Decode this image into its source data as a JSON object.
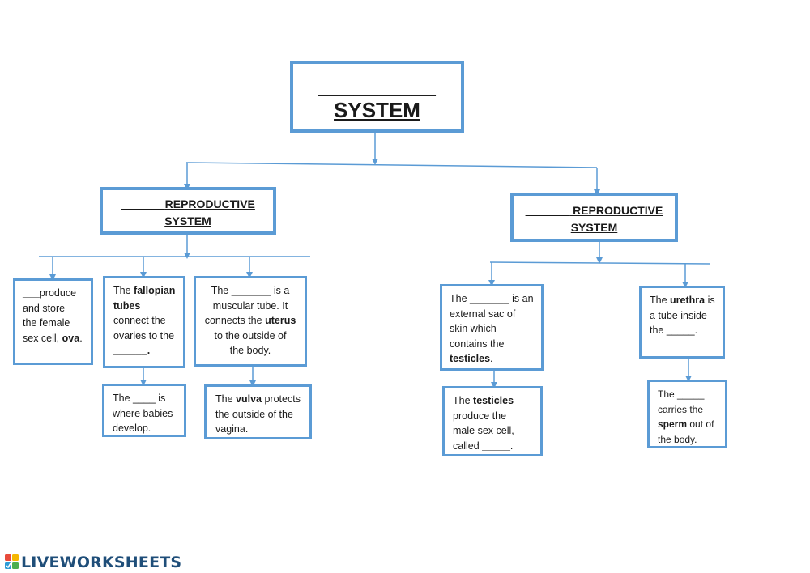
{
  "colors": {
    "accent": "#5b9bd5",
    "text": "#1a1a1a",
    "brand": "#1f4e79"
  },
  "root": {
    "blank": "__________",
    "title": "SYSTEM"
  },
  "female": {
    "heading": {
      "blank": "_______",
      "word1": "REPRODUCTIVE",
      "word2": "SYSTEM"
    },
    "ovaries": {
      "blank": "___",
      "t1": "produce",
      "t2": "and store",
      "t3": "the female",
      "t4": "sex cell,",
      "t5": "ova",
      "t6": "."
    },
    "fallopian": {
      "t1": "The",
      "t2": "fallopian",
      "t3": "tubes",
      "t4": "connect the",
      "t5": "ovaries to the",
      "t6": "______."
    },
    "vagina": {
      "t1": "The _______ is a",
      "t2": "muscular tube. It",
      "t3": "connects the",
      "t4": "uterus",
      "t5": "to the outside of",
      "t6": "the body."
    },
    "uterus": {
      "t1": "The ____ is",
      "t2": "where babies",
      "t3": "develop."
    },
    "vulva": {
      "t1": "The",
      "t2": "vulva",
      "t3": "protects",
      "t4": "the outside of the",
      "t5": "vagina."
    }
  },
  "male": {
    "heading": {
      "blank": "_______",
      "word1": "REPRODUCTIVE",
      "word2": "SYSTEM"
    },
    "scrotum": {
      "t1": "The _______ is an",
      "t2": "external sac of",
      "t3": "skin which",
      "t4": "contains the",
      "t5": "testicles",
      "t6": "."
    },
    "urethra": {
      "t1": "The",
      "t2": "urethra",
      "t3": "is",
      "t4": "a tube inside",
      "t5": "the _____."
    },
    "testicles": {
      "t1": "The",
      "t2": "testicles",
      "t3": "produce the",
      "t4": "male sex cell,",
      "t5": "called",
      "t6": "_____",
      "t7": "."
    },
    "penis": {
      "t1": "The _____",
      "t2": "carries the",
      "t3": "sperm",
      "t4": "out of",
      "t5": "the body."
    }
  },
  "footer": {
    "brand": "LIVEWORKSHEETS"
  }
}
